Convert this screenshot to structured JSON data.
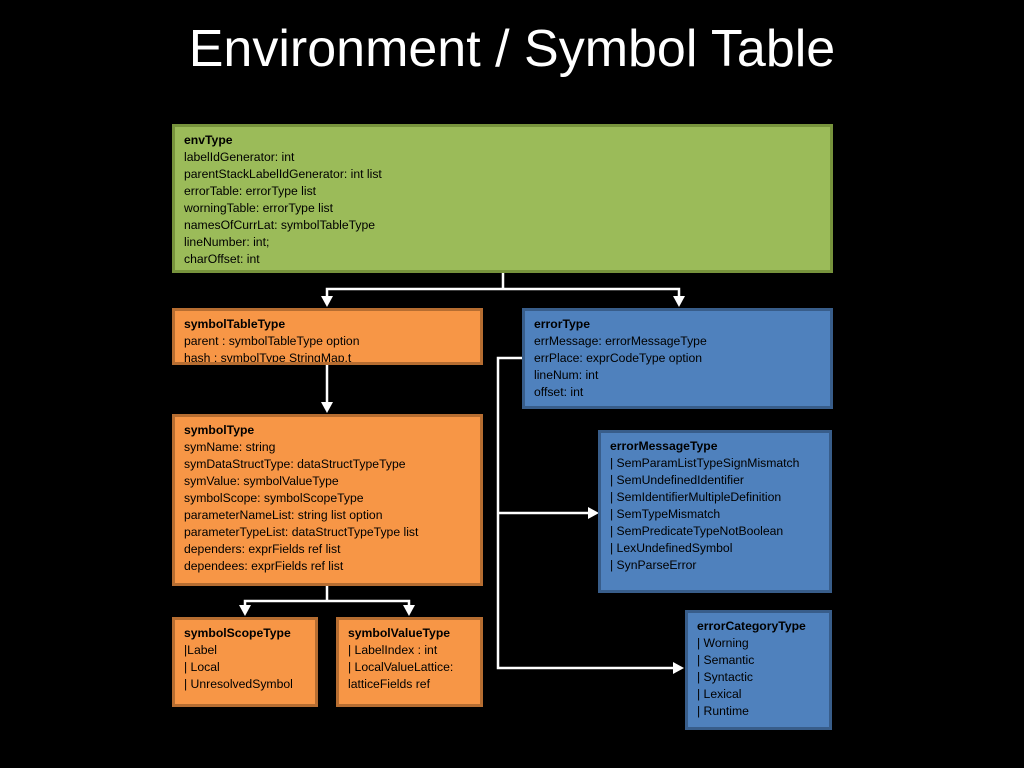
{
  "title": "Environment / Symbol Table",
  "boxes": {
    "envType": {
      "name": "envType",
      "fields": [
        "labelIdGenerator: int",
        "parentStackLabelIdGenerator: int list",
        "errorTable: errorType list",
        "worningTable: errorType list",
        "namesOfCurrLat: symbolTableType",
        "lineNumber: int;",
        "charOffset: int"
      ]
    },
    "symbolTableType": {
      "name": "symbolTableType",
      "fields": [
        "parent : symbolTableType option",
        "hash : symbolType StringMap.t"
      ]
    },
    "symbolType": {
      "name": "symbolType",
      "fields": [
        "symName: string",
        "symDataStructType: dataStructTypeType",
        "symValue: symbolValueType",
        "symbolScope: symbolScopeType",
        "parameterNameList: string list option",
        "parameterTypeList: dataStructTypeType list",
        "dependers: exprFields ref list",
        "dependees: exprFields ref list"
      ]
    },
    "symbolScopeType": {
      "name": "symbolScopeType",
      "fields": [
        "|Label",
        "| Local",
        "| UnresolvedSymbol"
      ]
    },
    "symbolValueType": {
      "name": "symbolValueType",
      "fields": [
        "| LabelIndex : int",
        "| LocalValueLattice:",
        "latticeFields ref"
      ]
    },
    "errorType": {
      "name": "errorType",
      "fields": [
        "errMessage: errorMessageType",
        "errPlace: exprCodeType option",
        "lineNum: int",
        "offset: int"
      ]
    },
    "errorMessageType": {
      "name": "errorMessageType",
      "fields": [
        "| SemParamListTypeSignMismatch",
        "| SemUndefinedIdentifier",
        "| SemIdentifierMultipleDefinition",
        "| SemTypeMismatch",
        "| SemPredicateTypeNotBoolean",
        "| LexUndefinedSymbol",
        "| SynParseError"
      ]
    },
    "errorCategoryType": {
      "name": "errorCategoryType",
      "fields": [
        "| Worning",
        "| Semantic",
        "| Syntactic",
        "| Lexical",
        "| Runtime"
      ]
    }
  },
  "colors": {
    "background": "#000000",
    "green": "#9bbb59",
    "orange": "#f79646",
    "blue": "#4f81bd",
    "connector": "#ffffff"
  }
}
